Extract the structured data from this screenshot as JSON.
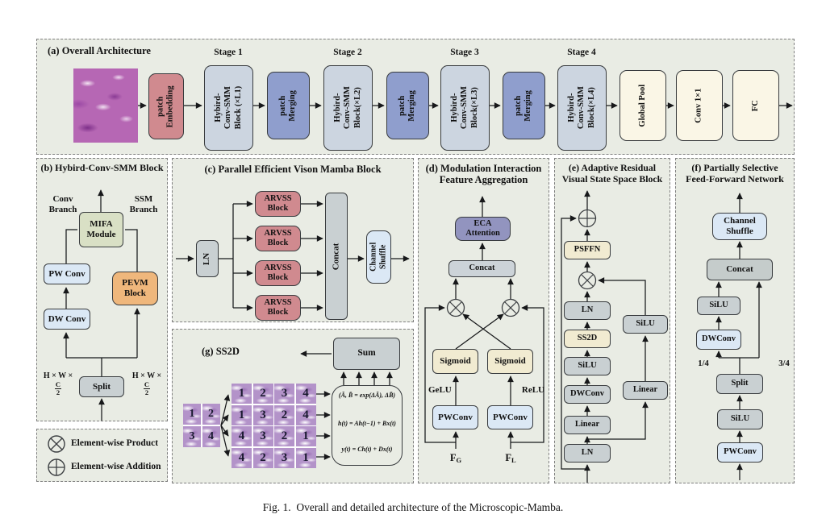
{
  "figure": {
    "caption": "Fig. 1.  Overall and detailed architecture of the Microscopic-Mamba."
  },
  "palette": {
    "panel_bg": "#e9ece4",
    "rose": "#d08a8f",
    "block_blue": "#ccd5e0",
    "merge_purple": "#8f9ecd",
    "cream": "#faf6e6",
    "mifa_green": "#d9e0c5",
    "light_blue": "#dbe8f5",
    "pevm_orange": "#efb77c",
    "gray": "#c9d0d2",
    "eca_purple": "#9294bf",
    "sigmoid_cream": "#f1ebd1"
  },
  "a": {
    "title": "(a) Overall Architecture",
    "stages": [
      "Stage 1",
      "Stage 2",
      "Stage 3",
      "Stage 4"
    ],
    "patch_embedding": "patch\nEmbedding",
    "smm_blocks": [
      "Hybird-Conv-SMM\nBlock (×L1)",
      "Hybird-Conv-SMM\nBlock(×L2)",
      "Hybird-Conv-SMM\nBlock(×L3)",
      "Hybird-Conv-SMM\nBlock(×L4)"
    ],
    "patch_merging": [
      "patch\nMerging",
      "patch\nMerging",
      "patch\nMerging"
    ],
    "head": [
      "Global Pool",
      "Conv 1×1",
      "FC"
    ]
  },
  "b": {
    "title": "(b) Hybird-Conv-SMM Block",
    "conv_branch": "Conv\nBranch",
    "ssm_branch": "SSM\nBranch",
    "mifa": "MIFA\nModule",
    "pw_conv": "PW Conv",
    "dw_conv": "DW Conv",
    "pevm": "PEVM\nBlock",
    "split": "Split",
    "dim_prefix": "H × W ×",
    "dim_num": "C",
    "dim_den": "2"
  },
  "legend": {
    "product": "Element-wise Product",
    "addition": "Element-wise Addition"
  },
  "c": {
    "title": "(c) Parallel Efficient Vison Mamba Block",
    "ln": "LN",
    "arvss": [
      "ARVSS\nBlock",
      "ARVSS\nBlock",
      "ARVSS\nBlock",
      "ARVSS\nBlock"
    ],
    "concat": "Concat",
    "channel_shuffle": "Channel\nShuffle"
  },
  "g": {
    "title": "(g) SS2D",
    "sum": "Sum",
    "grid2": [
      [
        "1",
        "2"
      ],
      [
        "3",
        "4"
      ]
    ],
    "grid4": [
      [
        "1",
        "2",
        "3",
        "4"
      ],
      [
        "1",
        "3",
        "2",
        "4"
      ],
      [
        "4",
        "3",
        "2",
        "1"
      ],
      [
        "4",
        "2",
        "3",
        "1"
      ]
    ],
    "equations": [
      "(Ā, B̄ = exp(ΔĀ), ΔB̄)",
      "h(t) = Ah(t−1) + Bx(t)",
      "y(t) = Ch(t) + Dx(t)"
    ]
  },
  "d": {
    "title": "(d) Modulation Interaction\nFeature Aggregation",
    "eca": "ECA\nAttention",
    "concat": "Concat",
    "sigmoid_left": "Sigmoid",
    "sigmoid_right": "Sigmoid",
    "gelu": "GeLU",
    "relu": "ReLU",
    "pwconv_left": "PWConv",
    "pwconv_right": "PWConv",
    "input_left_base": "F",
    "input_left_sub": "G",
    "input_right_base": "F",
    "input_right_sub": "L"
  },
  "e": {
    "title": "(e) Adaptive Residual\nVisual State Space Block",
    "ln_bottom": "LN",
    "linear_main": "Linear",
    "dwconv": "DWConv",
    "silu_main": "SiLU",
    "ss2d": "SS2D",
    "ln_top": "LN",
    "psffn": "PSFFN",
    "linear_side": "Linear",
    "silu_side": "SiLU"
  },
  "f": {
    "title": "(f) Partially Selective\nFeed-Forward Network",
    "channel_shuffle": "Channel\nShuffle",
    "concat": "Concat",
    "silu_left": "SiLU",
    "dwconv": "DWConv",
    "frac_left": "1/4",
    "frac_right": "3/4",
    "split": "Split",
    "silu_bottom": "SiLU",
    "pwconv": "PWConv"
  }
}
